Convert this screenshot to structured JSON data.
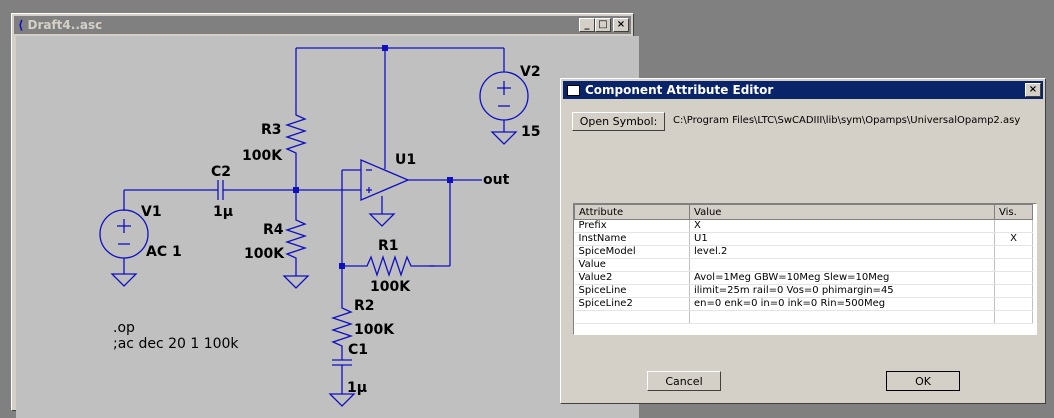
{
  "schematic_window": {
    "title": "Draft4..asc",
    "controls": {
      "minimize": "_",
      "maximize": "□",
      "close": "×"
    },
    "labels": {
      "v2": "V2",
      "v2_value": "15",
      "r3": "R3",
      "r3_value": "100K",
      "u1": "U1",
      "c2": "C2",
      "c2_value": "1µ",
      "out": "out",
      "v1": "V1",
      "v1_value": "AC 1",
      "r4": "R4",
      "r4_value": "100K",
      "r1": "R1",
      "r1_value": "100K",
      "r2": "R2",
      "r2_value": "100K",
      "c1": "C1",
      "c1_value": "1µ",
      "directive_op": ".op",
      "directive_ac": ";ac dec 20 1 100k"
    },
    "wire_color": "#1010c0"
  },
  "dialog": {
    "title": "Component Attribute Editor",
    "close": "×",
    "open_symbol_label": "Open Symbol:",
    "symbol_path": "C:\\Program Files\\LTC\\SwCADIII\\lib\\sym\\Opamps\\UniversalOpamp2.asy",
    "table": {
      "headers": [
        "Attribute",
        "Value",
        "Vis."
      ],
      "rows": [
        {
          "attribute": "Prefix",
          "value": "X",
          "vis": ""
        },
        {
          "attribute": "InstName",
          "value": "U1",
          "vis": "X"
        },
        {
          "attribute": "SpiceModel",
          "value": "level.2",
          "vis": ""
        },
        {
          "attribute": "Value",
          "value": "",
          "vis": ""
        },
        {
          "attribute": "Value2",
          "value": "Avol=1Meg GBW=10Meg Slew=10Meg",
          "vis": ""
        },
        {
          "attribute": "SpiceLine",
          "value": "ilimit=25m rail=0 Vos=0 phimargin=45",
          "vis": ""
        },
        {
          "attribute": "SpiceLine2",
          "value": "en=0 enk=0 in=0 ink=0 Rin=500Meg",
          "vis": ""
        },
        {
          "attribute": "",
          "value": "",
          "vis": ""
        }
      ]
    },
    "cancel_label": "Cancel",
    "ok_label": "OK"
  }
}
